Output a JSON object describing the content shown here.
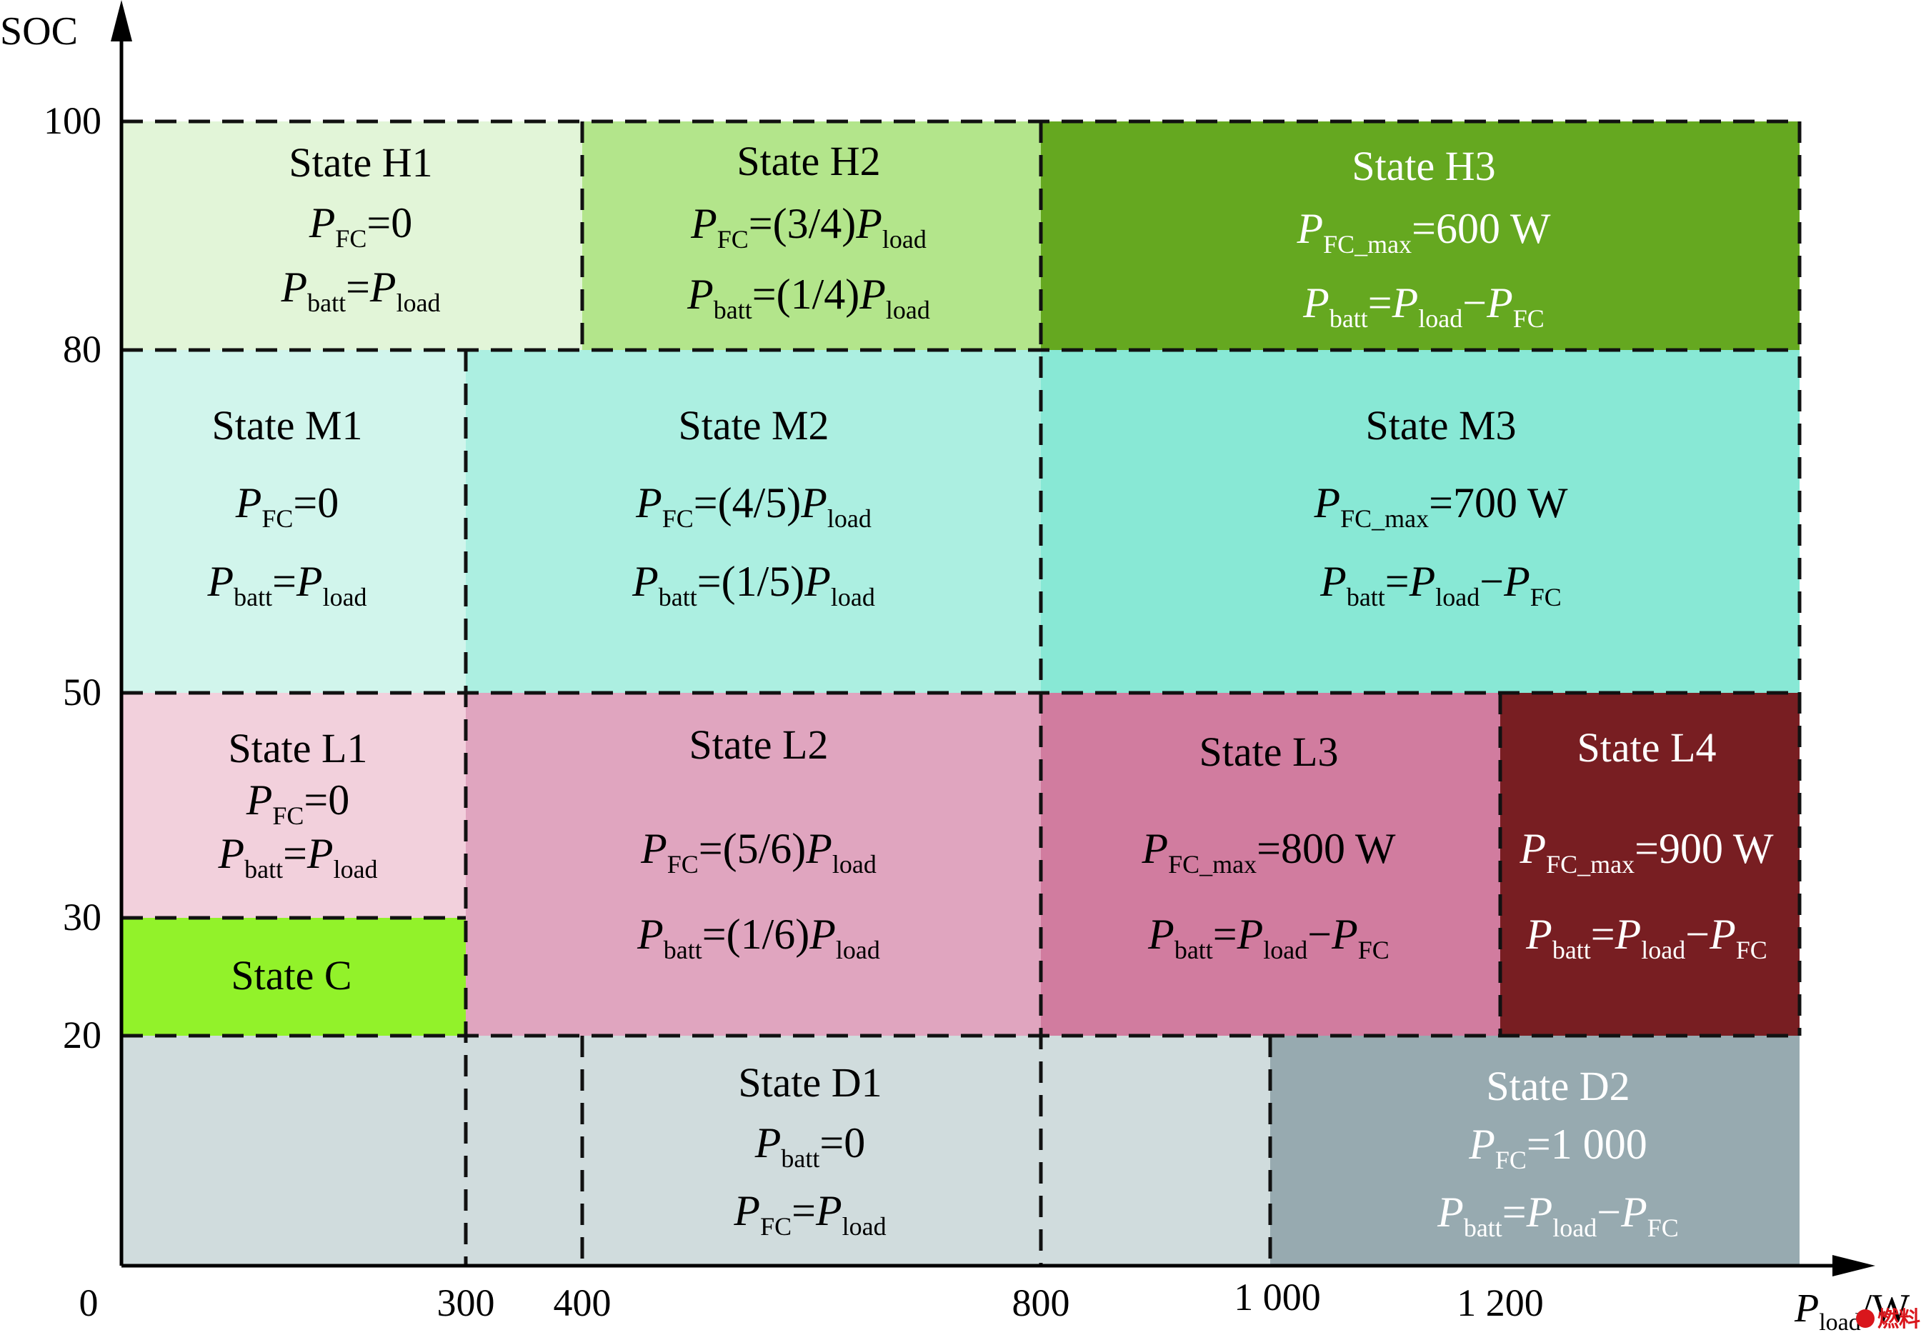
{
  "axes": {
    "y_title": "SOC",
    "x_title_main": "P",
    "x_title_sub": "load",
    "x_title_unit": "/W",
    "y_ticks": [
      "100",
      "80",
      "50",
      "30",
      "20",
      "0"
    ],
    "x_ticks": [
      "300",
      "400",
      "800",
      "1 000",
      "1 200"
    ]
  },
  "states": [
    {
      "id": "H1",
      "title": "State H1",
      "fill": "#e2f5d8",
      "text_color": "#000000",
      "formulas": [
        [
          "P",
          "FC",
          "=0",
          "",
          ""
        ],
        [
          "P",
          "batt",
          "=P",
          "load",
          ""
        ]
      ]
    },
    {
      "id": "H2",
      "title": "State H2",
      "fill": "#b3e58b",
      "text_color": "#000000",
      "formulas": [
        [
          "P",
          "FC",
          "=(3/4)P",
          "load",
          ""
        ],
        [
          "P",
          "batt",
          "=(1/4)P",
          "load",
          ""
        ]
      ]
    },
    {
      "id": "H3",
      "title": "State H3",
      "fill": "#65a820",
      "text_color": "#ffffff",
      "formulas": [
        [
          "P",
          "FC_max",
          "=600 W",
          "",
          ""
        ],
        [
          "P",
          "batt",
          "=P",
          "load",
          "−P",
          "FC"
        ]
      ]
    },
    {
      "id": "M1",
      "title": "State M1",
      "fill": "#d1f5ec",
      "text_color": "#000000",
      "formulas": [
        [
          "P",
          "FC",
          "=0",
          "",
          ""
        ],
        [
          "P",
          "batt",
          "=P",
          "load",
          ""
        ]
      ]
    },
    {
      "id": "M2",
      "title": "State M2",
      "fill": "#acefe1",
      "text_color": "#000000",
      "formulas": [
        [
          "P",
          "FC",
          "=(4/5)P",
          "load",
          ""
        ],
        [
          "P",
          "batt",
          "=(1/5)P",
          "load",
          ""
        ]
      ]
    },
    {
      "id": "M3",
      "title": "State M3",
      "fill": "#88e8d5",
      "text_color": "#000000",
      "formulas": [
        [
          "P",
          "FC_max",
          "=700 W",
          "",
          ""
        ],
        [
          "P",
          "batt",
          "=P",
          "load",
          "−P",
          "FC"
        ]
      ]
    },
    {
      "id": "L1",
      "title": "State L1",
      "fill": "#f2d0dc",
      "text_color": "#000000",
      "formulas": [
        [
          "P",
          "FC",
          "=0",
          "",
          ""
        ],
        [
          "P",
          "batt",
          "=P",
          "load",
          ""
        ]
      ]
    },
    {
      "id": "L2",
      "title": "State L2",
      "fill": "#e0a5bf",
      "text_color": "#000000",
      "formulas": [
        [
          "P",
          "FC",
          "=(5/6)P",
          "load",
          ""
        ],
        [
          "P",
          "batt",
          "=(1/6)P",
          "load",
          ""
        ]
      ]
    },
    {
      "id": "L3",
      "title": "State L3",
      "fill": "#d17c9f",
      "text_color": "#000000",
      "formulas": [
        [
          "P",
          "FC_max",
          "=800 W",
          "",
          ""
        ],
        [
          "P",
          "batt",
          "=P",
          "load",
          "−P",
          "FC"
        ]
      ]
    },
    {
      "id": "L4",
      "title": "State L4",
      "fill": "#781e22",
      "text_color": "#ffffff",
      "formulas": [
        [
          "P",
          "FC_max",
          "=900 W",
          "",
          ""
        ],
        [
          "P",
          "batt",
          "=P",
          "load",
          "−P",
          "FC"
        ]
      ]
    },
    {
      "id": "C",
      "title": "State C",
      "fill": "#92f22a",
      "text_color": "#000000",
      "formulas": []
    },
    {
      "id": "D1",
      "title": "State D1",
      "fill": "#d0dcdd",
      "text_color": "#000000",
      "formulas": [
        [
          "P",
          "batt",
          "=0",
          "",
          ""
        ],
        [
          "P",
          "FC",
          "=P",
          "load",
          ""
        ]
      ]
    },
    {
      "id": "D2",
      "title": "State D2",
      "fill": "#97aab0",
      "text_color": "#ffffff",
      "formulas": [
        [
          "P",
          "FC",
          "=1 000",
          "",
          ""
        ],
        [
          "P",
          "batt",
          "=P",
          "load",
          "−P",
          "FC"
        ]
      ]
    }
  ],
  "watermark": "燃料电池"
}
